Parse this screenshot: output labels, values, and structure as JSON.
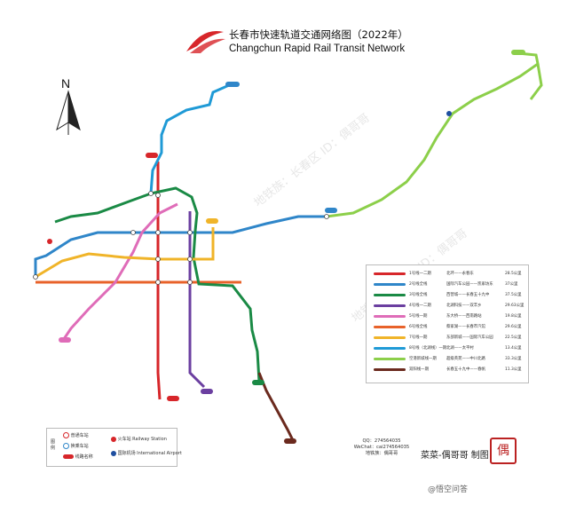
{
  "title": {
    "cn": "长春市快速轨道交通网络图（2022年）",
    "en": "Changchun Rapid Rail Transit Network"
  },
  "compass": {
    "label": "N"
  },
  "watermark": "地铁族：长春区 ID：偶哥哥",
  "lines": [
    {
      "id": "l1",
      "color": "#d7262a"
    },
    {
      "id": "l2",
      "color": "#2f86c9"
    },
    {
      "id": "l3",
      "color": "#1a8a45"
    },
    {
      "id": "l4",
      "color": "#6b3fa0"
    },
    {
      "id": "l5",
      "color": "#df6cb8"
    },
    {
      "id": "l6",
      "color": "#e8622a"
    },
    {
      "id": "l7",
      "color": "#f0b429"
    },
    {
      "id": "l8",
      "color": "#1f9ad6"
    },
    {
      "id": "l9",
      "color": "#8ccf4a"
    },
    {
      "id": "l10",
      "color": "#6b2a1e"
    }
  ],
  "legend_rows": [
    {
      "name": "1号线一二期",
      "route": "北环——永春东",
      "length": "28.5公里",
      "color": "#d7262a"
    },
    {
      "name": "2号线全线",
      "route": "国际汽车公园——凯家坊东",
      "length": "37公里",
      "color": "#2f86c9"
    },
    {
      "name": "3号线全线",
      "route": "西营城——长春五十九中",
      "length": "37.5公里",
      "color": "#1a8a45"
    },
    {
      "name": "4号线一二期",
      "route": "北湖科技——双丰乡",
      "length": "29.63公里",
      "color": "#6b3fa0"
    },
    {
      "name": "5号线一期",
      "route": "东大桥——西南路站",
      "length": "19.8公里",
      "color": "#df6cb8"
    },
    {
      "name": "6号线全线",
      "route": "蔡家湖——长春市汽馆",
      "length": "29.6公里",
      "color": "#e8622a"
    },
    {
      "name": "7号线一期",
      "route": "东部新城——国际汽车公园",
      "length": "22.5公里",
      "color": "#f0b429"
    },
    {
      "name": "8号线（北湖线）一期",
      "route": "北湖——太平村",
      "length": "13.4公里",
      "color": "#1f9ad6"
    },
    {
      "name": "空港新城线一期",
      "route": "超级英苑——中川北路",
      "length": "33.3公里",
      "color": "#8ccf4a"
    },
    {
      "name": "双阳线一期",
      "route": "长春五十九中——春帆",
      "length": "11.3公里",
      "color": "#6b2a1e"
    }
  ],
  "key": {
    "side_label": "图例",
    "items": [
      {
        "label": "普通车站"
      },
      {
        "label": "换乘车站"
      },
      {
        "label": "线路名称"
      },
      {
        "label": "火车站 Railway Station"
      },
      {
        "label": "国际机场 International Airport"
      }
    ]
  },
  "credit": {
    "qq": "QQ：274564035",
    "wechat": "WeChat：cai274564035",
    "id": "地铁族：偶哥哥"
  },
  "author": "菜菜-偶哥哥 制图",
  "seal": "偶",
  "footer": "@悟空问答"
}
